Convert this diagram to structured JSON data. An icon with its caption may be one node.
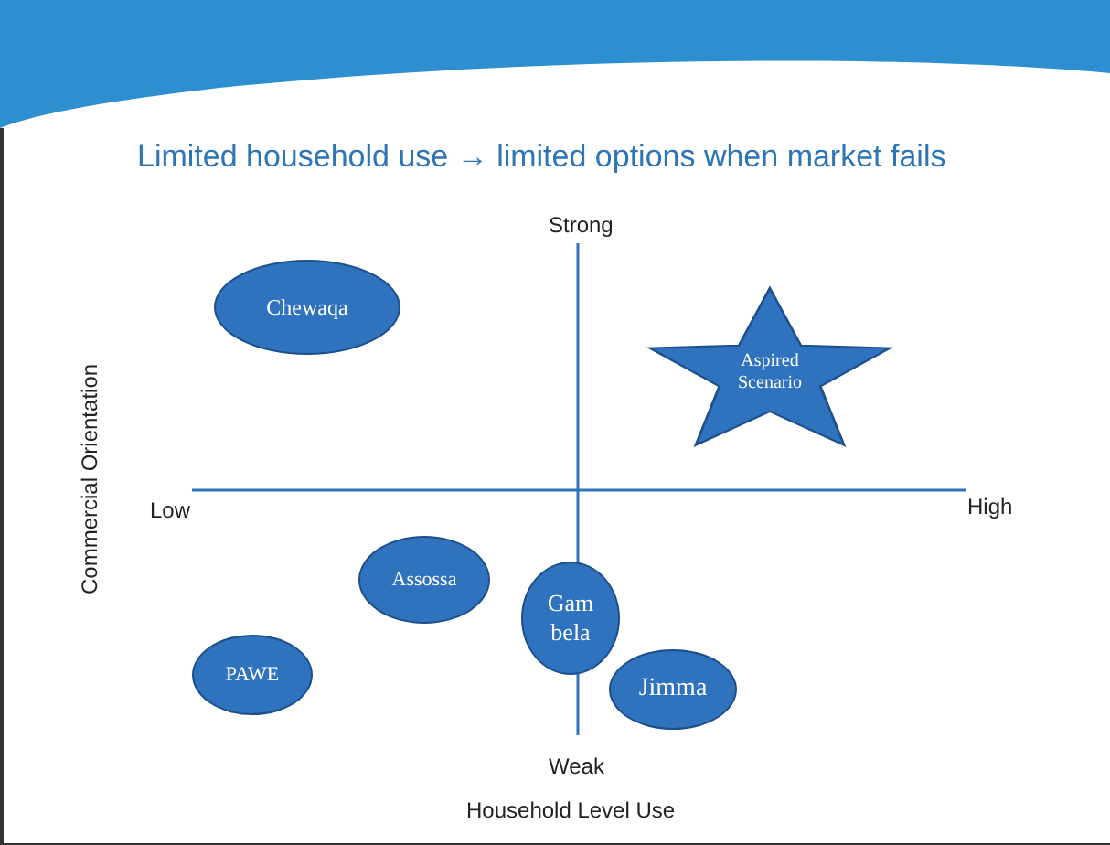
{
  "diagram": {
    "title": "Limited household use → limited options when market fails",
    "nodes": [
      {
        "text": [
          "Chewaqa"
        ]
      },
      {
        "text": [
          "Aspired Scenario"
        ]
      },
      {
        "text": [
          "Assossa"
        ]
      },
      {
        "text": [
          "Gam bela"
        ]
      },
      {
        "text": [
          "PAWE"
        ]
      },
      {
        "text": [
          "Jimma"
        ]
      }
    ],
    "edges": [],
    "labels": [
      "Strong",
      "Commercial Orientation",
      "Low",
      "High",
      "Weak",
      "Household Level Use"
    ]
  }
}
